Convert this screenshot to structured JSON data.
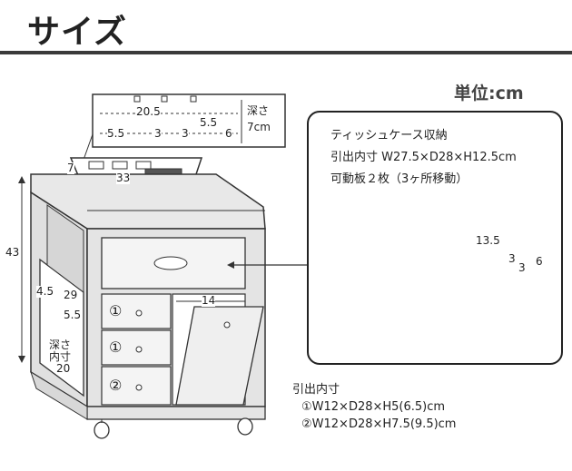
{
  "title": "サイズ",
  "unit": "単位:cm",
  "tissue_case": {
    "heading": "ティッシュケース収納",
    "inner": "引出内寸 W27.5×D28×H12.5cm",
    "shelves": "可動板２枚（3ヶ所移動）",
    "dims": {
      "height": "13.5",
      "a": "3",
      "b": "3",
      "c": "6"
    }
  },
  "top_tray": {
    "total": "20.5",
    "sections": [
      "5.5",
      "3",
      "3",
      "5.5",
      "6"
    ],
    "depth_label": "深さ",
    "depth_value": "7cm",
    "height": "7",
    "width": "33"
  },
  "cabinet": {
    "height": "43",
    "side_pocket": {
      "a": "4.5",
      "b": "29",
      "c": "5.5",
      "depth_label": "深さ",
      "inner_label": "内寸",
      "depth_value": "20"
    },
    "bin_width": "14",
    "drawer_marks": [
      "①",
      "①",
      "②"
    ]
  },
  "drawer_notes": {
    "heading": "引出内寸",
    "items": [
      "①W12×D28×H5(6.5)cm",
      "②W12×D28×H7.5(9.5)cm"
    ]
  }
}
